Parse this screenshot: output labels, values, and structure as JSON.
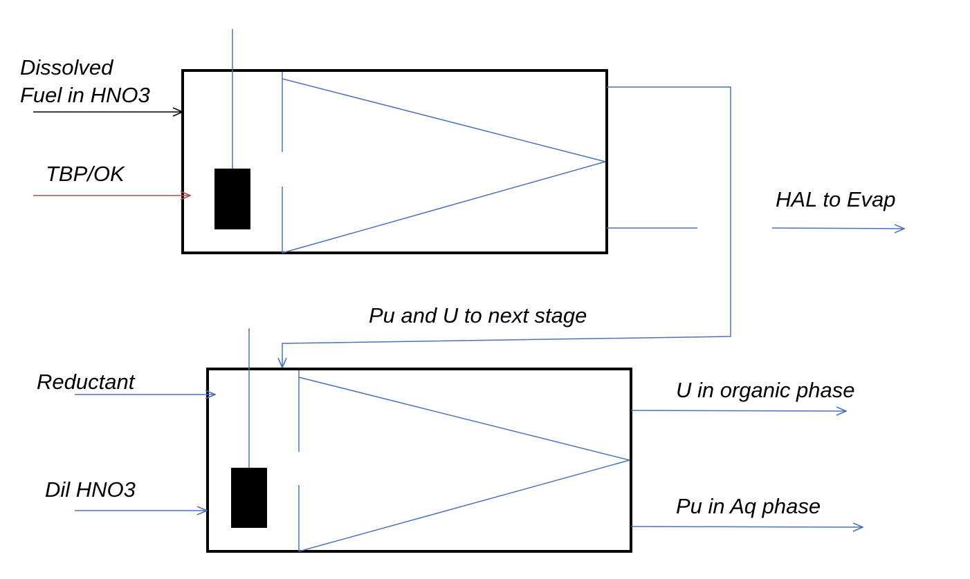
{
  "colors": {
    "flow": "#4a72b8",
    "tbp_flow": "#b84a4a",
    "feed": "#000000",
    "box": "#000000"
  },
  "stage1": {
    "feed_label_line1": "Dissolved",
    "feed_label_line2": "Fuel in HNO3",
    "tbp_label": "TBP/OK",
    "hal_label": "HAL to Evap"
  },
  "transfer": {
    "label": "Pu and U  to next stage"
  },
  "stage2": {
    "reductant_label": "Reductant",
    "dil_hno3_label": "Dil HNO3",
    "u_out_label": "U in organic phase",
    "pu_out_label": "Pu in Aq phase"
  }
}
